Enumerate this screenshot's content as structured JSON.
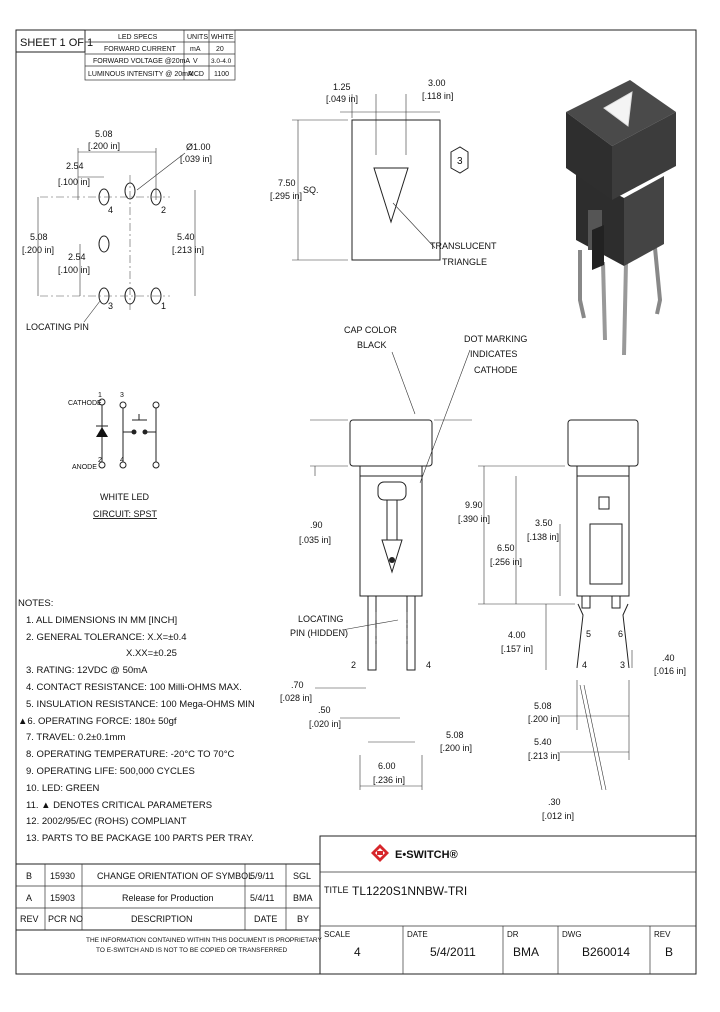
{
  "sheet": "SHEET 1 OF 1",
  "led_specs": {
    "headers": [
      "LED SPECS",
      "UNITS",
      "WHITE"
    ],
    "rows": [
      [
        "FORWARD CURRENT",
        "mA",
        "20"
      ],
      [
        "FORWARD VOLTAGE @20mA",
        "V",
        "3.0-4.0"
      ],
      [
        "LUMINOUS INTENSITY @ 20mA",
        "MCD",
        "1100"
      ]
    ]
  },
  "top_view": {
    "pitch_top": "5.08",
    "pitch_top_in": "[.200 in]",
    "pitch_half": "2.54",
    "pitch_half_in": "[.100 in]",
    "hole_dia": "Ø1.00",
    "hole_dia_in": "[.039 in]",
    "left_v": "5.08",
    "left_v_in": "[.200 in]",
    "left_v2": "2.54",
    "left_v2_in": "[.100 in]",
    "right_v": "5.40",
    "right_v_in": "[.213 in]",
    "pins": [
      "4",
      "2",
      "3",
      "1"
    ],
    "locating_pin": "LOCATING PIN"
  },
  "cap_view": {
    "d1": "1.25",
    "d1_in": "[.049 in]",
    "d2": "3.00",
    "d2_in": "[.118 in]",
    "sq": "7.50",
    "sq_in": "[.295 in]",
    "sq_label": "SQ.",
    "callout": "3",
    "triangle_label_1": "TRANSLUCENT",
    "triangle_label_2": "TRIANGLE"
  },
  "circuit": {
    "cathode_top": "CATHODE",
    "anode": "ANODE",
    "pins": [
      "1",
      "3",
      "2",
      "4"
    ],
    "label_1": "WHITE LED",
    "label_2": "CIRCUIT: SPST"
  },
  "side_view": {
    "cap_color_1": "CAP COLOR",
    "cap_color_2": "BLACK",
    "dot_1": "DOT MARKING",
    "dot_2": "INDICATES",
    "dot_3": "CATHODE",
    "d90": ".90",
    "d90_in": "[.035 in]",
    "locating_1": "LOCATING",
    "locating_2": "PIN (HIDDEN)",
    "pin2": "2",
    "pin4": "4",
    "d70": ".70",
    "d70_in": "[.028 in]",
    "d50": ".50",
    "d50_in": "[.020 in]",
    "d508": "5.08",
    "d508_in": "[.200 in]",
    "d600": "6.00",
    "d600_in": "[.236 in]"
  },
  "front_view": {
    "d990": "9.90",
    "d990_in": "[.390 in]",
    "d650": "6.50",
    "d650_in": "[.256 in]",
    "d350": "3.50",
    "d350_in": "[.138 in]",
    "d400": "4.00",
    "d400_in": "[.157 in]",
    "d40": ".40",
    "d40_in": "[.016 in]",
    "d508": "5.08",
    "d508_in": "[.200 in]",
    "d540": "5.40",
    "d540_in": "[.213 in]",
    "d30": ".30",
    "d30_in": "[.012 in]",
    "pin5": "5",
    "pin6": "6",
    "pin3": "3",
    "pin4": "4"
  },
  "notes": [
    "NOTES:",
    "1. ALL DIMENSIONS IN MM [INCH]",
    "2. GENERAL TOLERANCE: X.X=±0.4",
    "X.XX=±0.25",
    "3. RATING: 12VDC @ 50mA",
    "4. CONTACT RESISTANCE: 100 Milli-OHMS  MAX.",
    "5. INSULATION RESISTANCE: 100 Mega-OHMS  MIN",
    "6. OPERATING FORCE: 180± 50gf",
    "7. TRAVEL: 0.2±0.1mm",
    "8. OPERATING TEMPERATURE: -20°C TO 70°C",
    "9. OPERATING LIFE: 500,000 CYCLES",
    "10. LED: GREEN",
    "11. ▲ DENOTES CRITICAL PARAMETERS",
    "12. 2002/95/EC (ROHS) COMPLIANT",
    "13. PARTS TO BE PACKAGE 100 PARTS PER TRAY."
  ],
  "revisions": {
    "rows": [
      [
        "B",
        "15930",
        "CHANGE ORIENTATION OF SYMBOL",
        "5/9/11",
        "SGL"
      ],
      [
        "A",
        "15903",
        "Release for Production",
        "5/4/11",
        "BMA"
      ]
    ],
    "headers": [
      "REV",
      "PCR NO",
      "DESCRIPTION",
      "DATE",
      "BY"
    ]
  },
  "proprietary_1": "THE INFORMATION CONTAINED WITHIN THIS DOCUMENT IS PROPRIETARY",
  "proprietary_2": "TO E-SWITCH AND IS NOT TO BE COPIED OR TRANSFERRED",
  "brand": "E•SWITCH®",
  "title_label": "TITLE",
  "title": "TL1220S1NNBW-TRI",
  "title_block": {
    "scale_label": "SCALE",
    "scale": "4",
    "date_label": "DATE",
    "date": "5/4/2011",
    "dr_label": "DR",
    "dr": "BMA",
    "dwg_label": "DWG",
    "dwg": "B260014",
    "rev_label": "REV",
    "rev": "B"
  },
  "colors": {
    "brand_red": "#d7262b",
    "cap_gray": "#3a3a3a"
  }
}
